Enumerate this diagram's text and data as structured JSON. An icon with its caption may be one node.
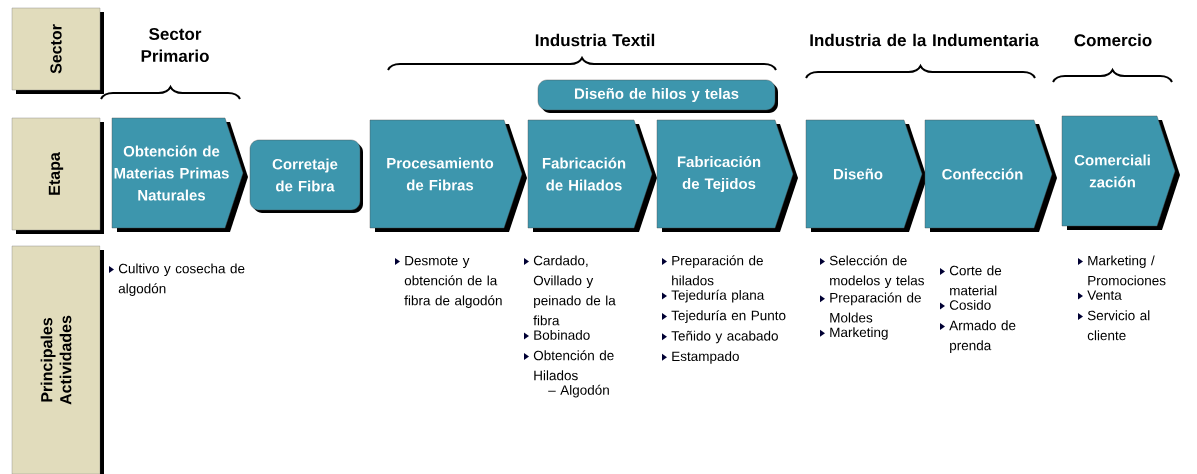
{
  "diagram": {
    "nodes": [
      {
        "text": [
          "Sector"
        ]
      },
      {
        "text": [
          "Etapa"
        ]
      },
      {
        "text": [
          "Principales Actividades"
        ]
      },
      {
        "text": [
          "Diseño de hilos y telas"
        ]
      },
      {
        "text": [
          "Obtención de Materias Primas Naturales"
        ]
      },
      {
        "text": [
          "Corretaje de Fibra"
        ]
      },
      {
        "text": [
          "Procesamiento de Fibras"
        ]
      },
      {
        "text": [
          "Fabricación de Hilados"
        ]
      },
      {
        "text": [
          "Fabricación de Tejidos"
        ]
      },
      {
        "text": [
          "Diseño"
        ]
      },
      {
        "text": [
          "Confección"
        ]
      },
      {
        "text": [
          "Comerciali zación"
        ]
      }
    ],
    "labels": [
      "Sector Primario",
      "Industria Textil",
      "Industria de la Indumentaria",
      "Comercio",
      "Cultivo y cosecha de algodón",
      "Desmote y obtención de la fibra de algodón",
      "Cardado, Ovillado y peinado de la fibra",
      "Bobinado",
      "Obtención de Hilados",
      "– Algodón",
      "Preparación de hilados",
      "Tejeduría plana",
      "Tejeduría en Punto",
      "Teñido y acabado",
      "Estampado",
      "Selección de modelos y telas",
      "Preparación de Moldes",
      "Marketing",
      "Corte de material",
      "Cosido",
      "Armado de prenda",
      "Marketing / Promociones",
      "Venta",
      "Servicio al cliente"
    ]
  }
}
